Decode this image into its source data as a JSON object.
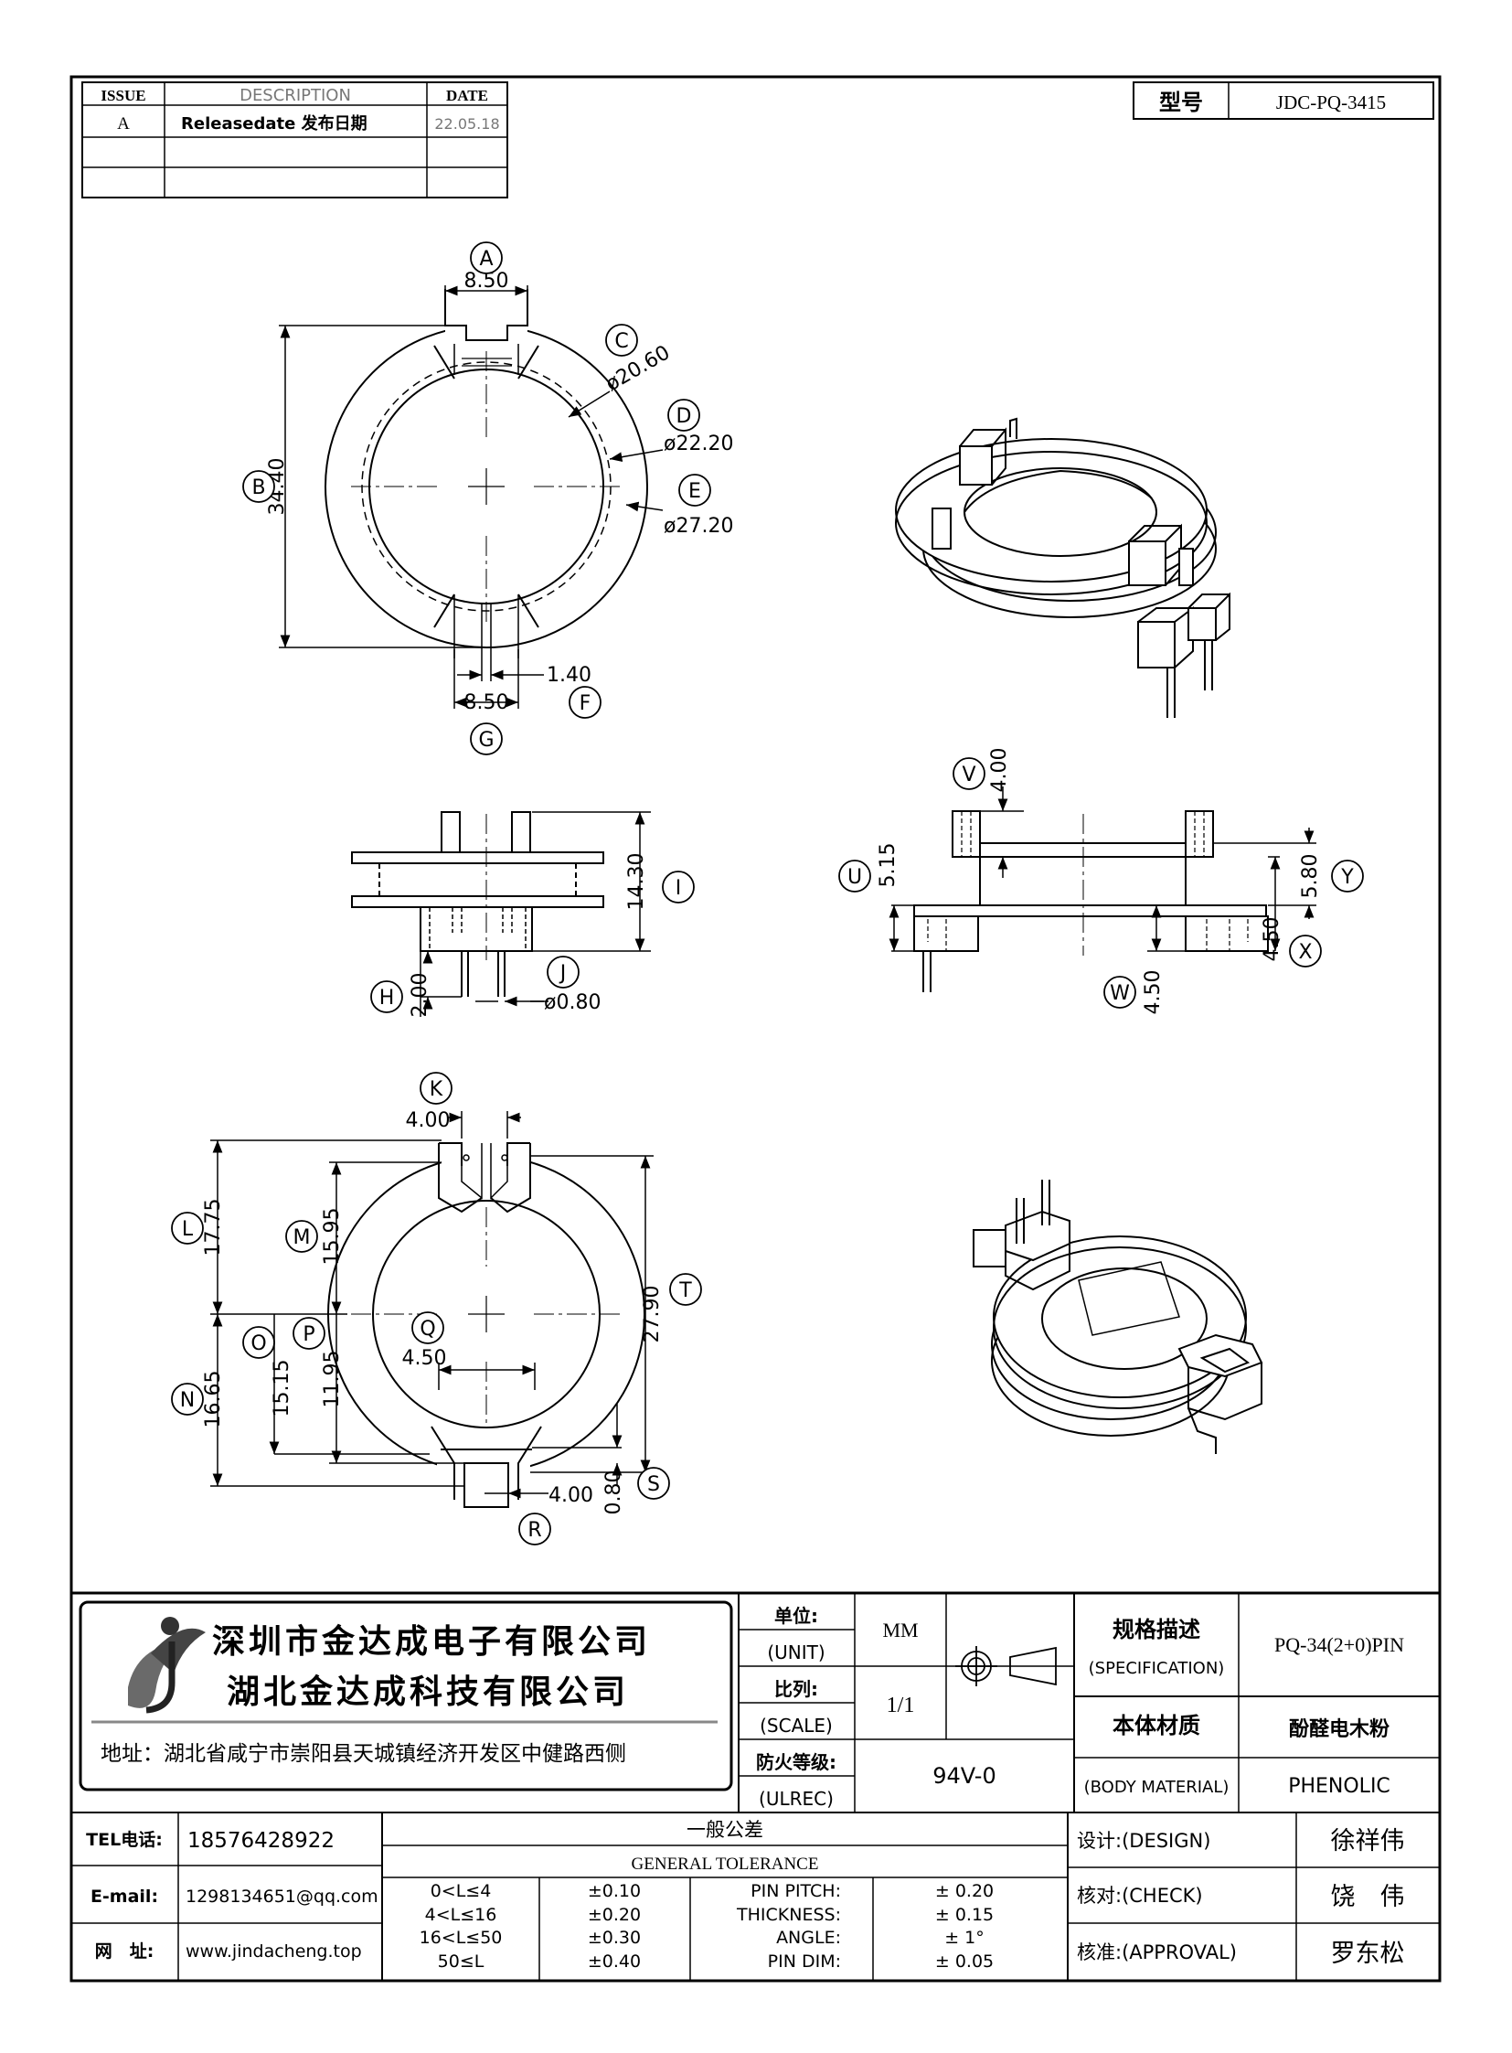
{
  "revision_table": {
    "headers": [
      "ISSUE",
      "DESCRIPTION",
      "DATE"
    ],
    "rows": [
      [
        "A",
        "Releasedate 发布日期",
        "22.05.18"
      ],
      [
        "",
        "",
        ""
      ],
      [
        "",
        "",
        ""
      ]
    ]
  },
  "model": {
    "label": "型号",
    "value": "JDC-PQ-3415"
  },
  "top_view": {
    "callouts": [
      "A",
      "B",
      "C",
      "D",
      "E",
      "F",
      "G"
    ],
    "dims": {
      "A": "8.50",
      "B": "34.40",
      "C": "ø20.60",
      "D": "ø22.20",
      "E": "ø27.20",
      "F": "1.40",
      "G": "8.50"
    }
  },
  "front_view": {
    "callouts": [
      "H",
      "I",
      "J"
    ],
    "dims": {
      "H": "2.00",
      "I": "14.30",
      "J": "ø0.80"
    }
  },
  "side_view": {
    "callouts": [
      "U",
      "V",
      "W",
      "X",
      "Y"
    ],
    "dims": {
      "U": "5.15",
      "V": "4.00",
      "W": "4.50",
      "X": "4.50",
      "Y": "5.80"
    }
  },
  "bottom_view": {
    "callouts": [
      "K",
      "L",
      "M",
      "N",
      "O",
      "P",
      "Q",
      "R",
      "S",
      "T"
    ],
    "dims": {
      "K": "4.00",
      "L": "17.75",
      "M": "15.95",
      "N": "16.65",
      "O": "15.15",
      "P": "11.95",
      "Q": "4.50",
      "R": "4.00",
      "S": "0.80",
      "T": "27.90"
    }
  },
  "company": {
    "name1": "深圳市金达成电子有限公司",
    "name2": "湖北金达成科技有限公司",
    "address": "地址：湖北省咸宁市崇阳县天城镇经济开发区中健路西侧"
  },
  "specs": {
    "unit_label": "单位:",
    "unit_label_en": "(UNIT)",
    "unit_value": "MM",
    "scale_label": "比列:",
    "scale_label_en": "(SCALE)",
    "scale_value": "1/1",
    "fire_label": "防火等级:",
    "fire_label_en": "(ULREC)",
    "fire_value": "94V-0",
    "spec_label": "规格描述",
    "spec_label_en": "(SPECIFICATION)",
    "spec_value": "PQ-34(2+0)PIN",
    "material_label": "本体材质",
    "material_label_en": "(BODY MATERIAL)",
    "material_value_cn": "酚醛电木粉",
    "material_value_en": "PHENOLIC"
  },
  "contact": {
    "tel_label": "TEL电话:",
    "tel": "18576428922",
    "email_label": "E-mail:",
    "email": "1298134651@qq.com",
    "web_label": "网　址:",
    "web": "www.jindacheng.top"
  },
  "tolerance": {
    "title_cn": "一般公差",
    "title_en": "GENERAL TOLERANCE",
    "ranges": [
      [
        "0<L≤4",
        "±0.10"
      ],
      [
        "4<L≤16",
        "±0.20"
      ],
      [
        "16<L≤50",
        "±0.30"
      ],
      [
        "50≤L",
        "±0.40"
      ]
    ],
    "items": [
      [
        "PIN PITCH:",
        "± 0.20"
      ],
      [
        "THICKNESS:",
        "± 0.15"
      ],
      [
        "ANGLE:",
        "± 1°"
      ],
      [
        "PIN DIM:",
        "± 0.05"
      ]
    ]
  },
  "signoff": [
    {
      "label": "设计:(DESIGN)",
      "name": "徐祥伟"
    },
    {
      "label": "核对:(CHECK)",
      "name": "饶　伟"
    },
    {
      "label": "核准:(APPROVAL)",
      "name": "罗东松"
    }
  ]
}
